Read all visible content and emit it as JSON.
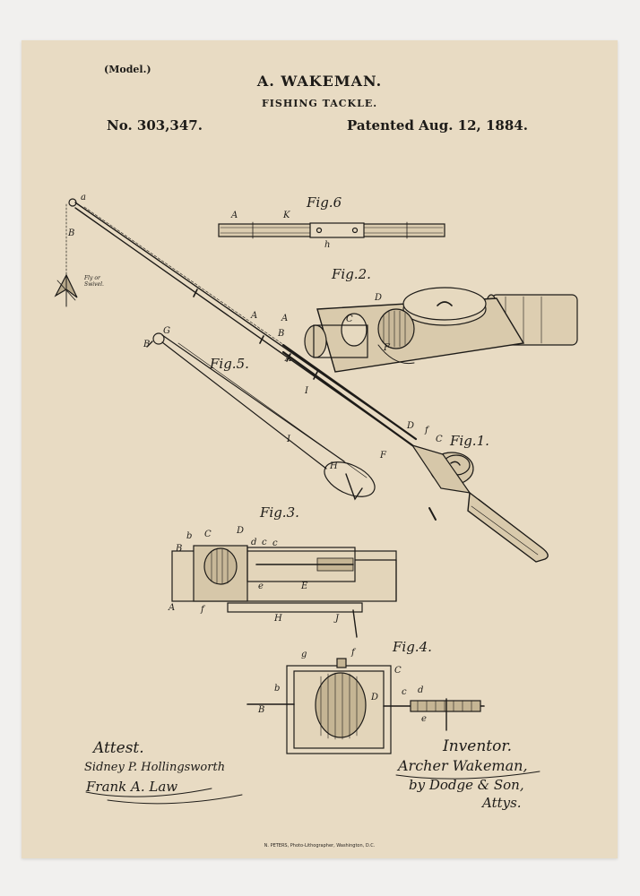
{
  "header": {
    "model_label": "(Model.)",
    "inventor_name": "A. WAKEMAN.",
    "title": "FISHING TACKLE.",
    "patent_number": "No. 303,347.",
    "patent_date": "Patented Aug. 12, 1884."
  },
  "figures": {
    "fig1": "Fig.1.",
    "fig2": "Fig.2.",
    "fig3": "Fig.3.",
    "fig4": "Fig.4.",
    "fig5": "Fig.5.",
    "fig6": "Fig.6"
  },
  "fly_note": "Fly or Swivel.",
  "signatures": {
    "attest_label": "Attest.",
    "witness_1": "Sidney P. Hollingsworth",
    "witness_2": "Frank A. Law",
    "inventor_label": "Inventor.",
    "inventor_signature": "Archer Wakeman,",
    "attorney_line": "by Dodge & Son,",
    "attorney_abbrev": "Attys."
  },
  "footer": "N. PETERS, Photo-Lithographer, Washington, D.C.",
  "colors": {
    "paper": "#e8dbc3",
    "ink": "#1d1b18",
    "background": "#f1f0ee"
  }
}
